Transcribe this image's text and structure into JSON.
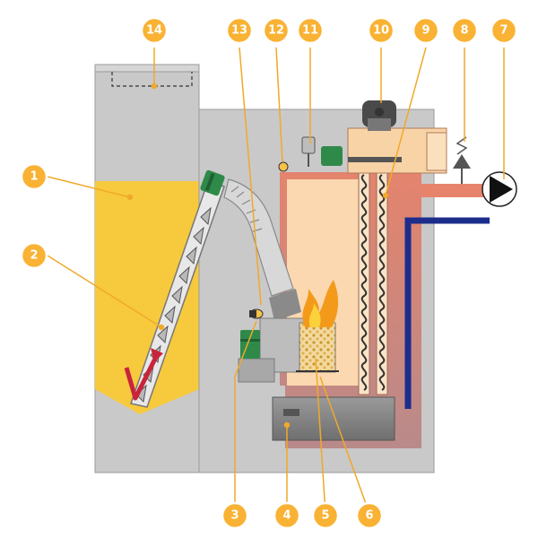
{
  "colors": {
    "badge_fill": "#f9b233",
    "badge_ring": "#ffffff",
    "badge_shadow": "#d08a10",
    "leader_line": "#f0a92a",
    "casing": "#c9c9c9",
    "casing_edge": "#9a9a9a",
    "pellets": "#f7c93d",
    "heat_exchanger": "#e7836b",
    "heat_exchanger_gradient_end": "#b98a8a",
    "combustion_chamber": "#fcd8b0",
    "return_pipe": "#1c2d8c",
    "motor": "#2f8a4a",
    "arrow_red": "#c8243c"
  },
  "icons": {
    "feed_motor": "gear-motor-icon",
    "fan": "fan-motor-icon",
    "pump": "circulation-pump-icon",
    "safety_valve": "pressure-relief-valve-icon",
    "flame": "flame-icon"
  },
  "callouts": [
    {
      "id": "callout-1",
      "label": "1"
    },
    {
      "id": "callout-2",
      "label": "2"
    },
    {
      "id": "callout-3",
      "label": "3"
    },
    {
      "id": "callout-4",
      "label": "4"
    },
    {
      "id": "callout-5",
      "label": "5"
    },
    {
      "id": "callout-6",
      "label": "6"
    },
    {
      "id": "callout-7",
      "label": "7"
    },
    {
      "id": "callout-8",
      "label": "8"
    },
    {
      "id": "callout-9",
      "label": "9"
    },
    {
      "id": "callout-10",
      "label": "10"
    },
    {
      "id": "callout-11",
      "label": "11"
    },
    {
      "id": "callout-12",
      "label": "12"
    },
    {
      "id": "callout-13",
      "label": "13"
    },
    {
      "id": "callout-14",
      "label": "14"
    }
  ]
}
